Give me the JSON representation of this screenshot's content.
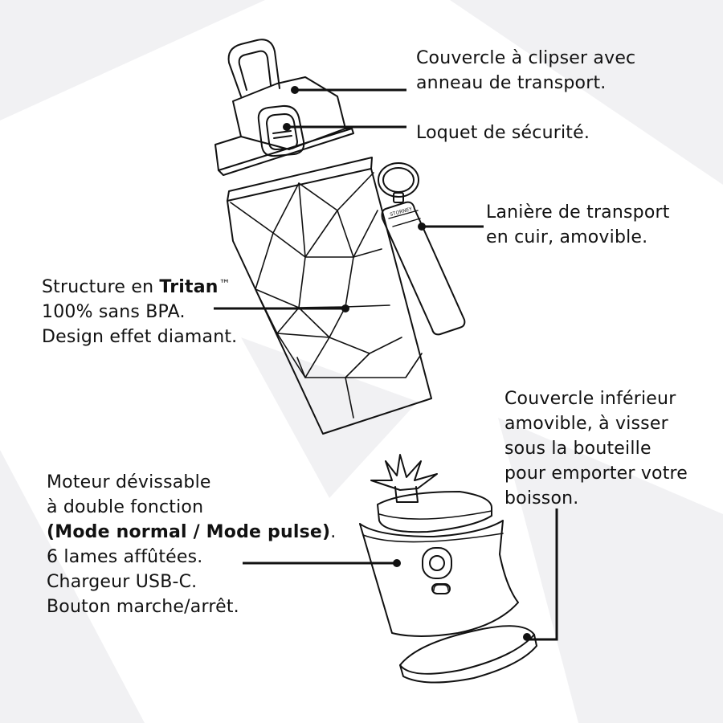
{
  "colors": {
    "background": "#ffffff",
    "line": "#111111",
    "facet": "#f1f1f3"
  },
  "labels": {
    "lid": {
      "line1": "Couvercle à clipser avec",
      "line2": "anneau de transport."
    },
    "latch": {
      "line1": "Loquet de sécurité."
    },
    "strap": {
      "line1": "Lanière de transport",
      "line2": "en cuir, amovible.",
      "tag_text": "STORNEY"
    },
    "body": {
      "line1_prefix": "Structure en ",
      "line1_bold": "Tritan",
      "line1_mark": "™",
      "line2": "100% sans BPA.",
      "line3": "Design effet diamant."
    },
    "bottom_cap": {
      "line1": "Couvercle inférieur",
      "line2": "amovible, à visser",
      "line3": "sous la bouteille",
      "line4": "pour emporter votre",
      "line5": "boisson."
    },
    "motor": {
      "line1": "Moteur dévissable",
      "line2": "à double fonction",
      "line3_bold": "(Mode normal / Mode pulse)",
      "line3_suffix": ".",
      "line4": "6 lames affûtées.",
      "line5": "Chargeur USB-C.",
      "line6": "Bouton marche/arrêt."
    }
  }
}
